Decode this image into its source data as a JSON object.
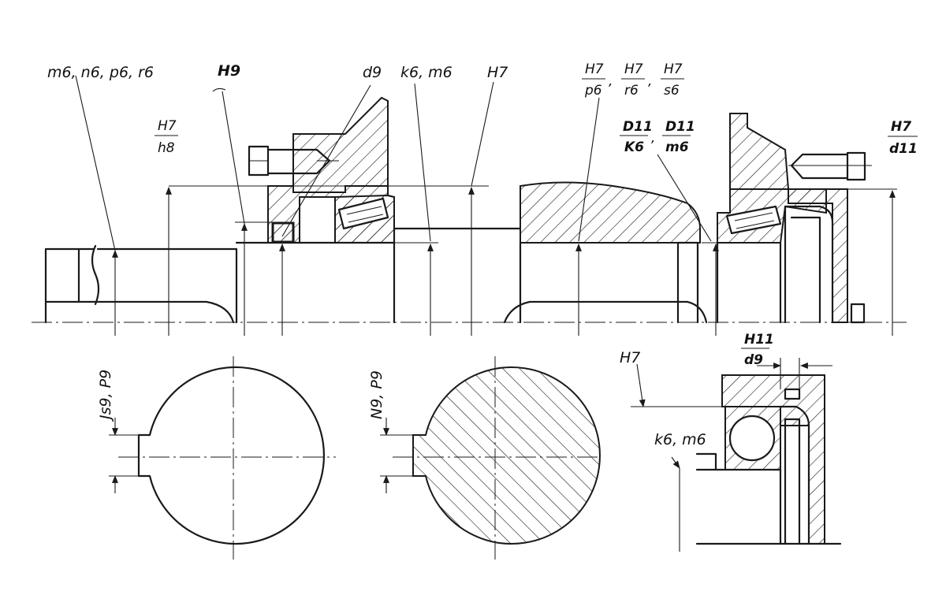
{
  "labels": {
    "fit_shaft_m6_r6": "m6, n6, p6, r6",
    "fit_h9": "H9",
    "fit_d9": "d9",
    "fit_k6_m6": "k6, m6",
    "fit_h7_top": "H7",
    "fit_h7_bottom": "H7",
    "fit_k6_m6_bottom": "k6, m6",
    "fit_js9_p9": "Js9, P9",
    "fit_n9_p9": "N9, P9"
  },
  "fractions": {
    "h7_h8": {
      "num": "H7",
      "den": "h8"
    },
    "h7_p6": {
      "num": "H7",
      "den": "p6"
    },
    "h7_r6": {
      "num": "H7",
      "den": "r6"
    },
    "h7_s6": {
      "num": "H7",
      "den": "s6"
    },
    "d11_k6": {
      "num": "D11",
      "den": "K6"
    },
    "d11_m6": {
      "num": "D11",
      "den": "m6"
    },
    "h7_d11": {
      "num": "H7",
      "den": "d11"
    },
    "h11_d9": {
      "num": "H11",
      "den": "d9"
    }
  }
}
